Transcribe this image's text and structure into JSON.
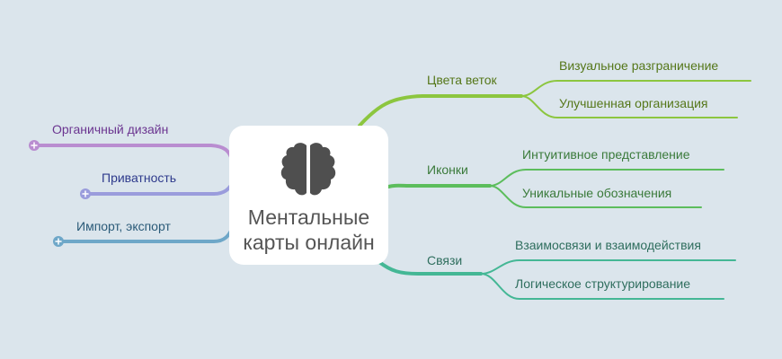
{
  "center": {
    "title_line1": "Ментальные",
    "title_line2": "карты онлайн",
    "icon": "brain-icon"
  },
  "left_branches": [
    {
      "label": "Органичный дизайн",
      "color": "#b98dd0",
      "text_color": "#6b3590"
    },
    {
      "label": "Приватность",
      "color": "#9a9cdc",
      "text_color": "#2e3a8c"
    },
    {
      "label": "Импорт, экспорт",
      "color": "#6ea7c8",
      "text_color": "#2a5a78"
    }
  ],
  "right_branches": [
    {
      "label": "Цвета веток",
      "color": "#8cc63f",
      "text_color": "#557719",
      "children": [
        "Визуальное разграничение",
        "Улучшенная организация"
      ]
    },
    {
      "label": "Иконки",
      "color": "#5cbd5c",
      "text_color": "#3a7a3a",
      "children": [
        "Интуитивное представление",
        "Уникальные обозначения"
      ]
    },
    {
      "label": "Связи",
      "color": "#44b795",
      "text_color": "#2f6e5e",
      "children": [
        "Взаимосвязи и взаимодействия",
        "Логическое структурирование"
      ]
    }
  ]
}
